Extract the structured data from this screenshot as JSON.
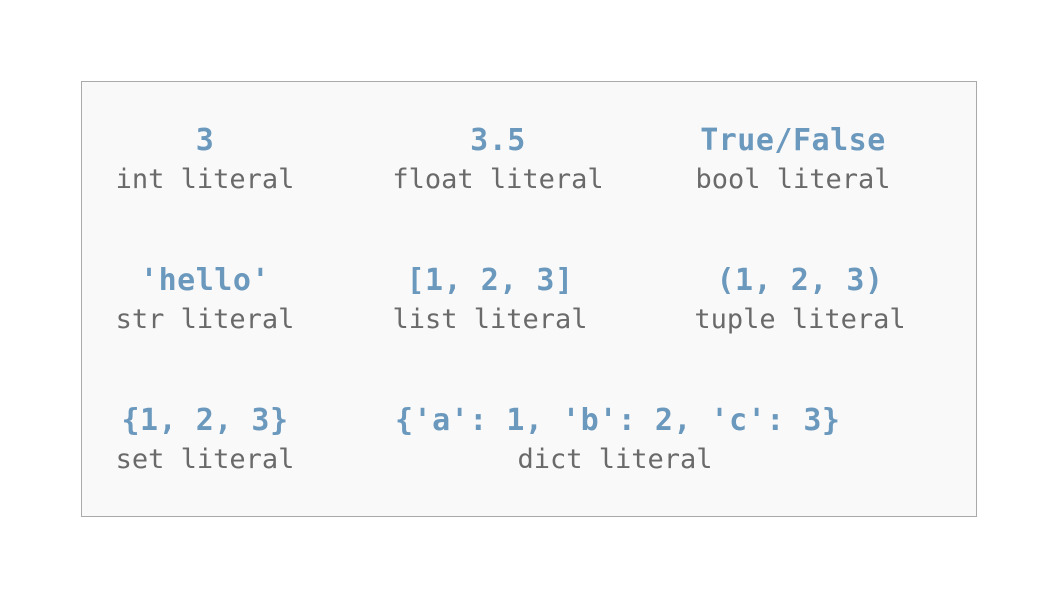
{
  "literals": [
    {
      "value": "3",
      "label": "int literal"
    },
    {
      "value": "3.5",
      "label": "float literal"
    },
    {
      "value": "True/False",
      "label": "bool literal"
    },
    {
      "value": "'hello'",
      "label": "str literal"
    },
    {
      "value": "[1, 2, 3]",
      "label": "list literal"
    },
    {
      "value": "(1, 2, 3)",
      "label": "tuple literal"
    },
    {
      "value": "{1, 2, 3}",
      "label": "set literal"
    },
    {
      "value": "{'a': 1, 'b': 2, 'c': 3}",
      "label": "dict literal"
    }
  ],
  "colors": {
    "value_text": "#6b98bd",
    "label_text": "#6a6a6a",
    "panel_background": "#f9f9f9",
    "panel_border": "#aaaaaa"
  }
}
